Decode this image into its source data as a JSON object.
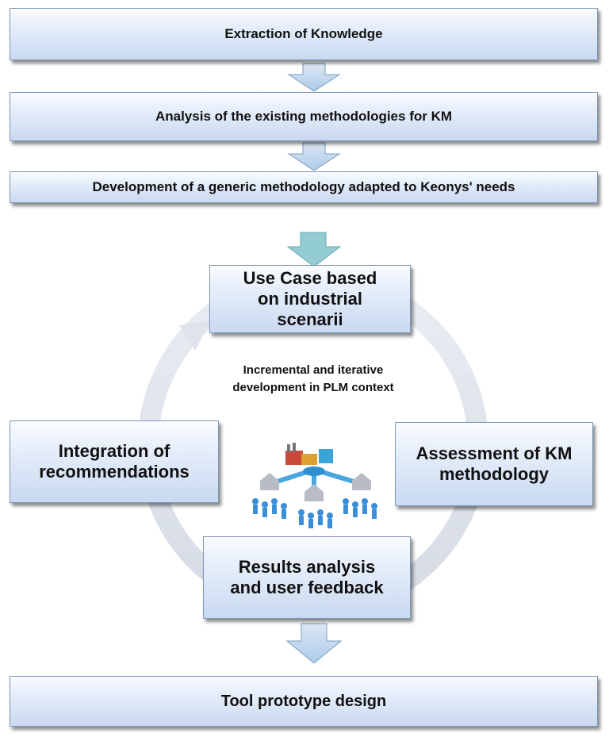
{
  "steps": {
    "extraction": "Extraction of Knowledge",
    "analysis": "Analysis of the existing methodologies for KM",
    "development": "Development of a generic methodology adapted to Keonys' needs"
  },
  "cycle": {
    "use_case": "Use Case based on industrial scenarii",
    "assessment": "Assessment of KM methodology",
    "results": "Results analysis and user feedback",
    "integration": "Integration of recommendations",
    "center_label": "Incremental and iterative development in PLM context",
    "illustration": "plm-network-illustration"
  },
  "final": {
    "tool": "Tool prototype design"
  },
  "colors": {
    "box_top": "#fafcff",
    "box_bottom": "#c9d9f1",
    "box_border": "#7f97b8",
    "arrow_fill": "#bcd4ec",
    "arrow_stroke": "#7a9cc0",
    "big_arrow_fill": "#93cdd3",
    "cycle_ring": "#dfe4ec",
    "people_blue": "#3a8fd8"
  }
}
